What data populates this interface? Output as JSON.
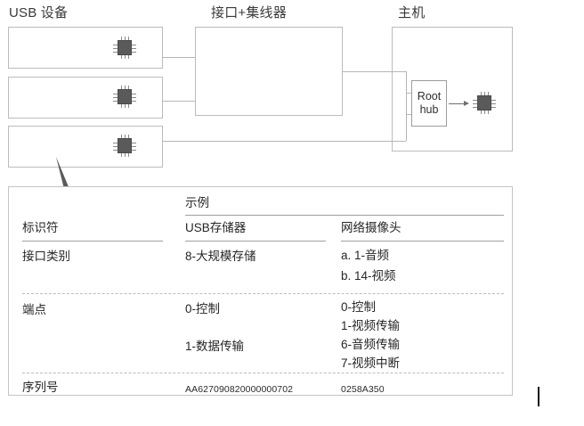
{
  "diagram": {
    "sections": [
      {
        "label": "USB 设备"
      },
      {
        "label": "接口+集线器"
      },
      {
        "label": "主机"
      }
    ],
    "root_hub": {
      "line1": "Root",
      "line2": "hub"
    },
    "device_count": 3,
    "icons": {
      "chip": "chip-icon",
      "arrow": "arrow-right-icon"
    }
  },
  "table": {
    "example_header": "示例",
    "columns": [
      {
        "header": "标识符"
      },
      {
        "header": "USB存储器"
      },
      {
        "header": "网络摄像头"
      }
    ],
    "rows": [
      {
        "identifier": "接口类别",
        "usb_storage": "8-大规模存储",
        "webcam": "a. 1-音频\nb. 14-视频"
      },
      {
        "identifier": "端点",
        "usb_storage": "0-控制\n\n1-数据传输",
        "webcam": "0-控制\n1-视频传输\n6-音频传输\n7-视频中断"
      },
      {
        "identifier": "序列号",
        "usb_storage": "AA627090820000000702",
        "webcam": "0258A350"
      }
    ]
  },
  "colors": {
    "chip_fill": "#5a5a5a",
    "box_border": "#b9bcbe",
    "rule": "#9d9fa1",
    "text": "#262626"
  }
}
